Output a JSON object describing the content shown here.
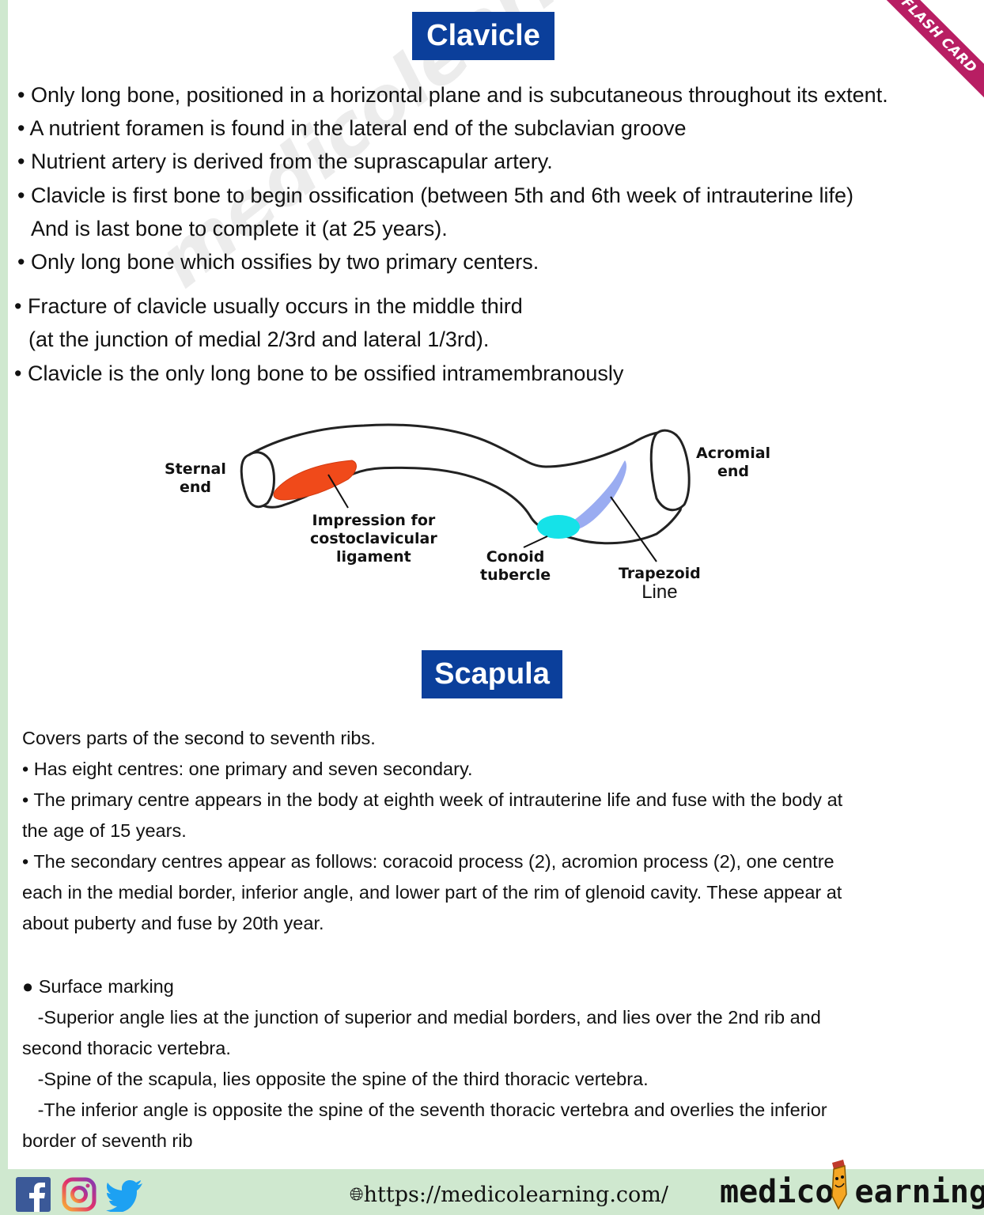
{
  "badge": {
    "label": "FLASH CARD"
  },
  "watermark": {
    "text": "medicolearning"
  },
  "clavicle": {
    "title": "Clavicle",
    "lines": [
      "• Only long bone, positioned in a horizontal plane and is subcutaneous throughout its extent.",
      "• A nutrient foramen is found in the lateral end of the subclavian groove",
      "• Nutrient artery is derived from the suprascapular artery.",
      "• Clavicle is first bone to begin ossification (between 5th and 6th week of intrauterine life)",
      "And is last bone to complete it (at 25 years).",
      "• Only long bone which ossifies by two primary centers.",
      "• Fracture of clavicle usually occurs in the middle third",
      "(at the junction of medial 2/3rd and lateral 1/3rd).",
      "• Clavicle is the only long bone to be ossified intramembranously"
    ]
  },
  "diagram": {
    "labels": {
      "sternal_end": [
        "Sternal",
        "end"
      ],
      "acromial_end": [
        "Acromial",
        "end"
      ],
      "impression": [
        "Impression for",
        "costoclavicular",
        "ligament"
      ],
      "conoid": [
        "Conoid",
        "tubercle"
      ],
      "trapezoid": [
        "Trapezoid",
        "Line"
      ]
    },
    "colors": {
      "impression": "#f04a1a",
      "conoid": "#15e2e8",
      "trapezoid": "#8fa3f0"
    }
  },
  "scapula": {
    "title": "Scapula",
    "lines": [
      "Covers parts of the second to seventh ribs.",
      "• Has eight centres: one primary and seven secondary.",
      "• The primary centre appears in the body at eighth week of intrauterine life and fuse with the body at",
      "the age of 15 years.",
      "• The secondary centres appear as follows: coracoid process (2), acromion process (2), one centre",
      "each in the medial border, inferior angle, and lower part of the rim of glenoid cavity. These appear at",
      "about puberty and fuse by 20th year.",
      "● Surface marking",
      "   -Superior angle lies at the junction of superior and medial borders, and lies over the 2nd rib and",
      "second thoracic vertebra.",
      "   -Spine of the scapula, lies opposite the spine of the third thoracic vertebra.",
      "   -The inferior angle is opposite the spine of the seventh thoracic vertebra and overlies the inferior",
      "border of seventh rib"
    ]
  },
  "footer": {
    "url": "https://medicolearning.com/",
    "brand_left": "medico",
    "brand_right": "earning",
    "social": [
      "facebook-icon",
      "instagram-icon",
      "twitter-icon"
    ],
    "colors": {
      "facebook": "#3b5998",
      "twitter": "#1da1f2",
      "background": "#cfe8cf"
    }
  }
}
